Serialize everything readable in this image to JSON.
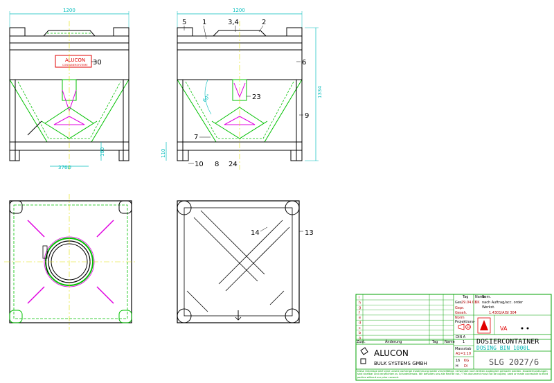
{
  "drawing": {
    "dims": {
      "front_width": "1200",
      "side_width": "1200",
      "height": "1334",
      "outlet_dia": "376Ø",
      "outlet_height": "100",
      "side_small": "110",
      "angle": "60°"
    },
    "front_labels": [
      {
        "key": "p30",
        "text": "30"
      }
    ],
    "side_labels": [
      {
        "key": "p5",
        "text": "5"
      },
      {
        "key": "p1",
        "text": "1"
      },
      {
        "key": "p34",
        "text": "3,4"
      },
      {
        "key": "p2",
        "text": "2"
      },
      {
        "key": "p6",
        "text": "6"
      },
      {
        "key": "p23",
        "text": "23"
      },
      {
        "key": "p9",
        "text": "9"
      },
      {
        "key": "p7",
        "text": "7"
      },
      {
        "key": "p10",
        "text": "10"
      },
      {
        "key": "p8",
        "text": "8"
      },
      {
        "key": "p24",
        "text": "24"
      }
    ],
    "bottom_labels": [
      {
        "key": "p14",
        "text": "14"
      },
      {
        "key": "p13",
        "text": "13"
      }
    ],
    "logo_plate": "ALUCON",
    "logo_plate_sub": "CONTAINERSYSTEME"
  },
  "title_block": {
    "revision_rows": [
      "i",
      "h",
      "g",
      "f",
      "e",
      "d",
      "c",
      "b",
      "a"
    ],
    "rev_header": {
      "zust": "Zust.",
      "change": "Änderung",
      "date": "Tag",
      "name": "Name"
    },
    "meta": {
      "tag_label": "Tag",
      "name_label": "Name",
      "ges_label": "Ges.",
      "ges_date": "29.04.03",
      "ges_name": "KK",
      "gepr_label": "Gepr.",
      "gesehen_label": "Geseh.",
      "norm_label": "Norm",
      "projection_label": "Projektions-",
      "werkstoff_label": "Werkst.",
      "werkstoff": "1.4301/AISI 304",
      "bem_label": "Bem.",
      "bem_text": "nach Auftrag/acc. order",
      "din_label": "DIN A",
      "din_size": "1",
      "massstab_label": "Massstab",
      "massstab": "A1=1:10",
      "sheet1": "16",
      "sheet1_val": "KG",
      "sheet2": "H",
      "sheet2_val": "DI"
    },
    "va_text": "VA",
    "title_de": "DOSIERCONTAINER",
    "title_en": "DOSING BIN 1000L",
    "drawing_no": "SLG 2027/6",
    "company": "ALUCON",
    "company_sub": "BULK SYSTEMS GMBH",
    "footer": "Diese Unterlage darf ohne unsere vorherige Zustimmung weder vervielfältigt, verwendet noch Dritten zugänglich gemacht werden. Zuwiderhandlungen sind strafbar und verpflichten zu Schadenersatz. Wir behalten uns alle Rechte vor. / This document must not be copied, used or made accessible to third parties without our prior consent."
  },
  "colors": {
    "outline": "#000000",
    "hidden": "#00c000",
    "dim": "#00bcbc",
    "accent": "#e000e0",
    "red": "#e00000"
  }
}
